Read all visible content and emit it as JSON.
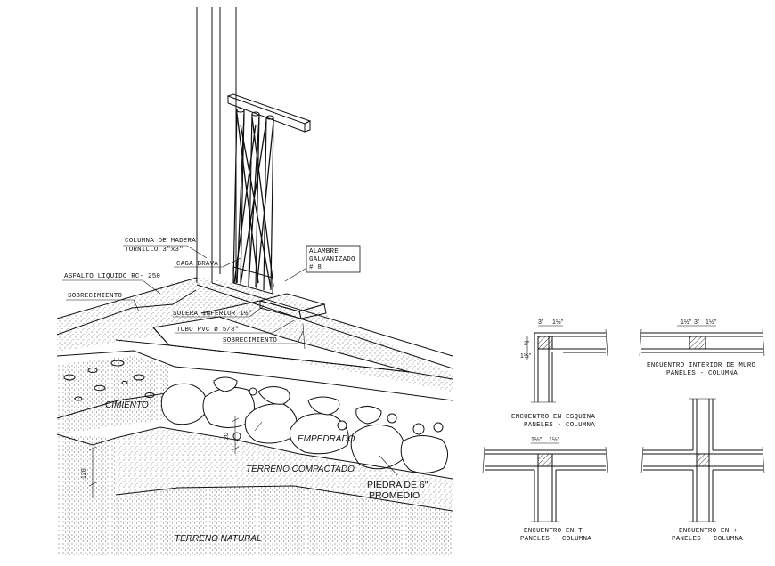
{
  "labels": {
    "columna_madera": "COLUMNA DE MADERA",
    "tornillo": "TORNILLO 3\"x3\"",
    "caga_brava": "CAGA BRAVA",
    "asfalto": "ASFALTO LIQUIDO RC- 250",
    "sobrecimiento_left": "SOBRECIMIENTO",
    "solera": "SOLERA INFERIOR 1½\"",
    "tubo_pvc": "TUBO PVC Ø 5/8\"",
    "sobrecimiento_mid": "SOBRECIMIENTO",
    "alambre_1": "ALAMBRE",
    "alambre_2": "GALVANIZADO",
    "alambre_3": "# 8",
    "cimiento": "CIMIENTO",
    "empedrado": "EMPEDRADO",
    "terreno_compactado": "TERRENO COMPACTADO",
    "piedra_1": "PIEDRA DE 6\"",
    "piedra_2": "PROMEDIO",
    "terreno_natural": "TERRENO NATURAL",
    "dim_20": ".20",
    "dim_120": ".120"
  },
  "details": {
    "esquina_1": "ENCUENTRO EN ESQUINA",
    "esquina_2": "PANELES - COLUMNA",
    "interior_1": "ENCUENTRO INTERIOR DE MURO",
    "interior_2": "PANELES - COLUMNA",
    "t_1": "ENCUENTRO EN T",
    "t_2": "PANELES - COLUMNA",
    "plus_1": "ENCUENTRO EN +",
    "plus_2": "PANELES - COLUMNA",
    "dim_3": "3\"",
    "dim_half": "1½\""
  }
}
